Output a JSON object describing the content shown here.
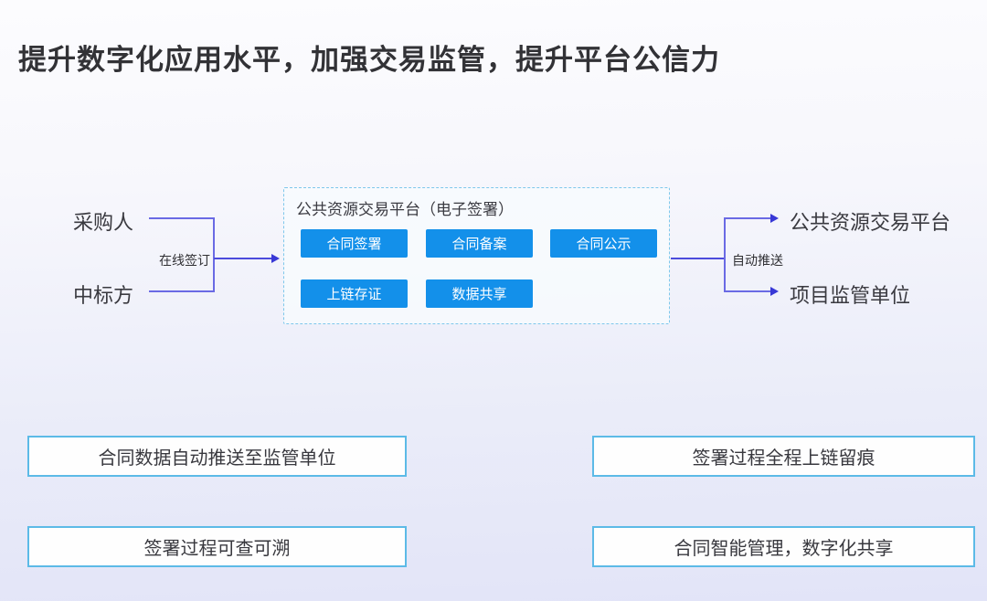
{
  "page": {
    "title": "提升数字化应用水平，加强交易监管，提升平台公信力"
  },
  "flow": {
    "left_parties": [
      {
        "label": "采购人"
      },
      {
        "label": "中标方"
      }
    ],
    "left_arrow_label": "在线签订",
    "platform": {
      "title": "公共资源交易平台（电子签署）",
      "buttons": [
        {
          "label": "合同签署"
        },
        {
          "label": "合同备案"
        },
        {
          "label": "合同公示"
        },
        {
          "label": "上链存证"
        },
        {
          "label": "数据共享"
        }
      ]
    },
    "right_arrow_label": "自动推送",
    "right_targets": [
      {
        "label": "公共资源交易平台"
      },
      {
        "label": "项目监管单位"
      }
    ]
  },
  "benefits": [
    {
      "label": "合同数据自动推送至监管单位"
    },
    {
      "label": "签署过程全程上链留痕"
    },
    {
      "label": "签署过程可查可溯"
    },
    {
      "label": "合同智能管理，数字化共享"
    }
  ],
  "colors": {
    "accent_blue": "#1390ea",
    "connector_purple": "#4b4bdc",
    "box_border_blue": "#5cbae7",
    "platform_border_blue": "#7ec7eb",
    "title_text": "#323236"
  }
}
